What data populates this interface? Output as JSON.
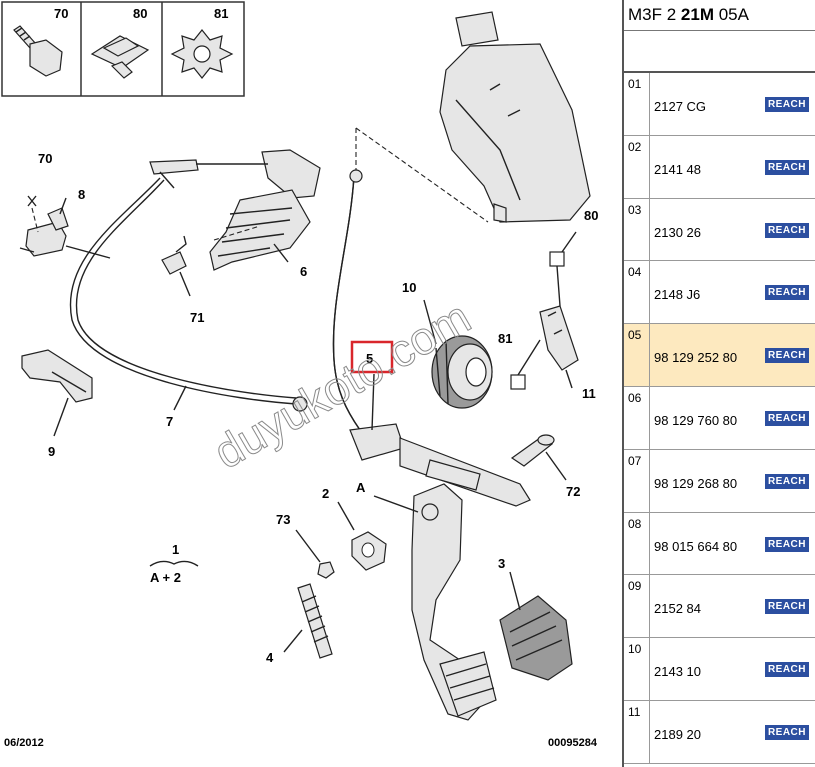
{
  "diagram": {
    "date": "06/2012",
    "code": "00095284",
    "watermark": "duyukoto.com",
    "inset_labels": [
      "70",
      "80",
      "81"
    ],
    "callouts": {
      "c70": "70",
      "c8": "8",
      "c6": "6",
      "c71": "71",
      "c7": "7",
      "c9": "9",
      "c5": "5",
      "c10": "10",
      "c80": "80",
      "c81": "81",
      "c11": "11",
      "c72": "72",
      "c2": "2",
      "cA": "A",
      "c73": "73",
      "c3": "3",
      "c4": "4"
    },
    "legend": {
      "number": "1",
      "formula": "A + 2"
    }
  },
  "panel": {
    "title_pre": "M3F 2 ",
    "title_bold": "21M",
    "title_post": " 05A",
    "rows": [
      {
        "index": "01",
        "ref": "2127 CG",
        "badge": "REACH"
      },
      {
        "index": "02",
        "ref": "2141 48",
        "badge": "REACH"
      },
      {
        "index": "03",
        "ref": "2130 26",
        "badge": "REACH"
      },
      {
        "index": "04",
        "ref": "2148 J6",
        "badge": "REACH"
      },
      {
        "index": "05",
        "ref": "98 129 252 80",
        "badge": "REACH"
      },
      {
        "index": "06",
        "ref": "98 129 760 80",
        "badge": "REACH"
      },
      {
        "index": "07",
        "ref": "98 129 268 80",
        "badge": "REACH"
      },
      {
        "index": "08",
        "ref": "98 015 664 80",
        "badge": "REACH"
      },
      {
        "index": "09",
        "ref": "2152 84",
        "badge": "REACH"
      },
      {
        "index": "10",
        "ref": "2143 10",
        "badge": "REACH"
      },
      {
        "index": "11",
        "ref": "2189 20",
        "badge": "REACH"
      }
    ],
    "selected_index": "05",
    "colors": {
      "selected_row": "#fde9bf",
      "reach_badge": "#2c4fa0",
      "highlight_box": "#d9262b"
    }
  }
}
